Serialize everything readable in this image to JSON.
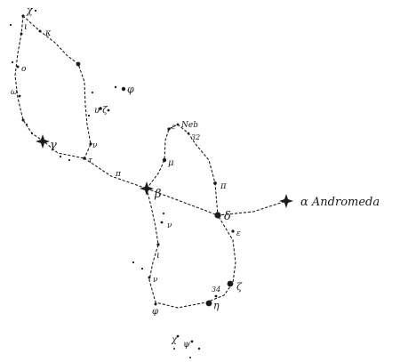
{
  "labels": {
    "chi_top": "χ",
    "iota_top": "ι",
    "kappa": "κ",
    "omicron": "ο",
    "phi": "φ",
    "upsilon_z": "υ ζ",
    "omega": "ω",
    "gamma": "γ",
    "nu_left": "ν",
    "tau": "τ",
    "pi_left": "π",
    "beta": "β",
    "m_nebula": "Neb",
    "ae": "ε",
    "x32": "32",
    "mu": "μ",
    "pi_right": "π",
    "delta": "δ",
    "epsilon": "ε",
    "alpha": "α Andromeda",
    "nu_mid": "ν",
    "iota_low": "ι",
    "nu_low": "ν",
    "zeta": "ζ",
    "num_34": "34",
    "eta": "η",
    "phi_low": "φ",
    "chi_low": "χ",
    "psi": "ψ"
  },
  "colors": {
    "ink": "#1a1a1a",
    "paper": "#ffffff"
  }
}
